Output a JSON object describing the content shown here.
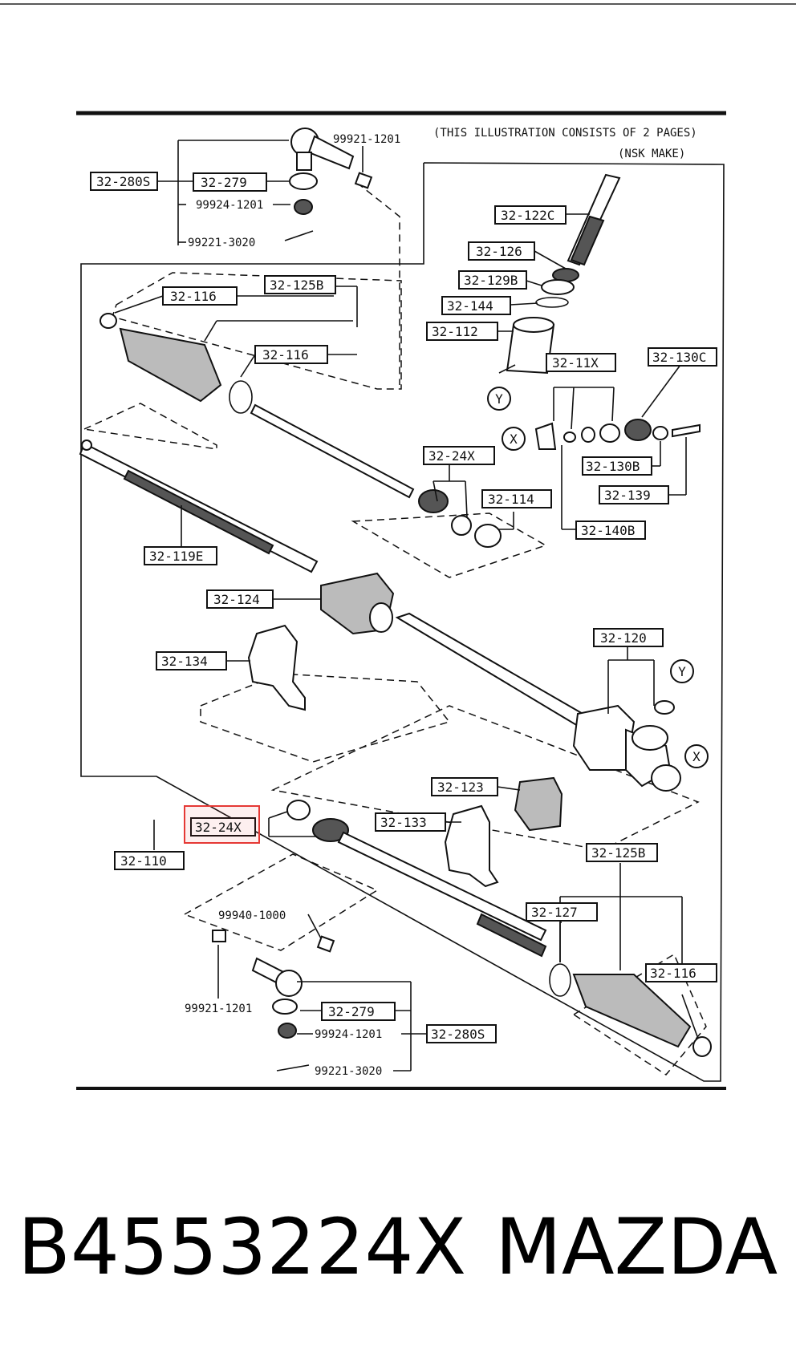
{
  "diagram": {
    "note_line1": "(THIS ILLUSTRATION CONSISTS OF  2 PAGES)",
    "note_line2": "(NSK MAKE)",
    "highlight_color": "#e53935",
    "boxed_labels": [
      "32-280S",
      "32-279",
      "32-122C",
      "32-126",
      "32-129B",
      "32-116",
      "32-125B",
      "32-144",
      "32-112",
      "32-116",
      "32-11X",
      "32-130C",
      "32-24X",
      "32-130B",
      "32-114",
      "32-139",
      "32-140B",
      "32-119E",
      "32-124",
      "32-120",
      "32-134",
      "32-123",
      "32-24X",
      "32-133",
      "32-110",
      "32-125B",
      "32-127",
      "32-116",
      "32-279",
      "32-280S"
    ],
    "plain_labels": [
      "99921-1201",
      "99924-1201",
      "99221-3020",
      "99940-1000",
      "99921-1201",
      "99924-1201",
      "99221-3020"
    ],
    "callouts": [
      "Y",
      "X",
      "Y",
      "X"
    ]
  },
  "caption": {
    "part_number": "B4553224X",
    "brand": "MAZDA"
  }
}
